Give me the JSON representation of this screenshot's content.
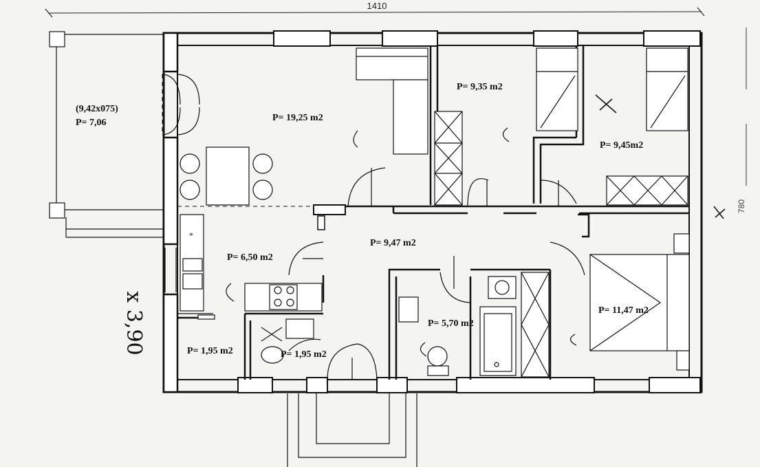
{
  "dimensions": {
    "width_label": "1410",
    "height_label": "780",
    "terrace_label": "x 3,90"
  },
  "rooms": {
    "terrace": {
      "size": "(9,42x075)",
      "area": "P= 7,06"
    },
    "living": "P= 19,25 m2",
    "bedroom_small": "P= 9,35 m2",
    "bedroom_right": "P= 9,45m2",
    "hall": "P= 9,47 m2",
    "kitchen": "P= 6,50 m2",
    "storage": "P= 1,95 m2",
    "wc": "P= 1,95 m2",
    "bathroom": "P= 5,70 m2",
    "bedroom_master": "P= 11,47 m2"
  }
}
